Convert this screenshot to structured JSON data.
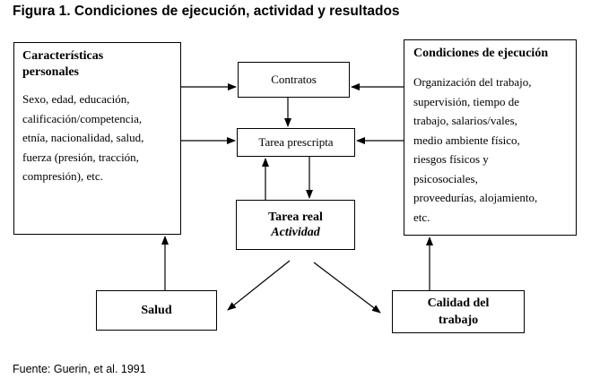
{
  "figure": {
    "title": "Figura 1. Condiciones de ejecución, actividad y resultados",
    "source": "Fuente: Guerin, et al. 1991"
  },
  "nodes": {
    "personal": {
      "heading": [
        "Características",
        "personales"
      ],
      "lines": [
        "Sexo, edad, educación,",
        "calificación/competencia,",
        "etnía, nacionalidad, salud,",
        "fuerza (presión, tracción,",
        "compresión), etc."
      ]
    },
    "contratos": {
      "label": "Contratos"
    },
    "tarea_prescripta": {
      "label": "Tarea prescripta"
    },
    "tarea_real": {
      "label": "Tarea real",
      "sublabel": "Actividad"
    },
    "condiciones": {
      "heading": "Condiciones de ejecución",
      "lines": [
        "Organización del trabajo,",
        "supervisión, tiempo de",
        "trabajo, salarios/vales,",
        "medio ambiente físico,",
        "riesgos físicos y",
        "psicosociales,",
        "proveedurías, alojamiento,",
        "etc."
      ]
    },
    "salud": {
      "label": "Salud"
    },
    "calidad": {
      "label": [
        "Calidad del",
        "trabajo"
      ]
    }
  },
  "edges": [
    {
      "from": "personal",
      "to": "contratos"
    },
    {
      "from": "condiciones",
      "to": "contratos"
    },
    {
      "from": "contratos",
      "to": "tarea_prescripta"
    },
    {
      "from": "personal",
      "to": "tarea_prescripta"
    },
    {
      "from": "condiciones",
      "to": "tarea_prescripta"
    },
    {
      "from": "tarea_prescripta",
      "to": "tarea_real"
    },
    {
      "from": "tarea_real",
      "to": "tarea_prescripta"
    },
    {
      "from": "tarea_real",
      "to": "salud"
    },
    {
      "from": "tarea_real",
      "to": "calidad"
    },
    {
      "from": "salud",
      "to": "personal"
    },
    {
      "from": "calidad",
      "to": "condiciones"
    }
  ]
}
